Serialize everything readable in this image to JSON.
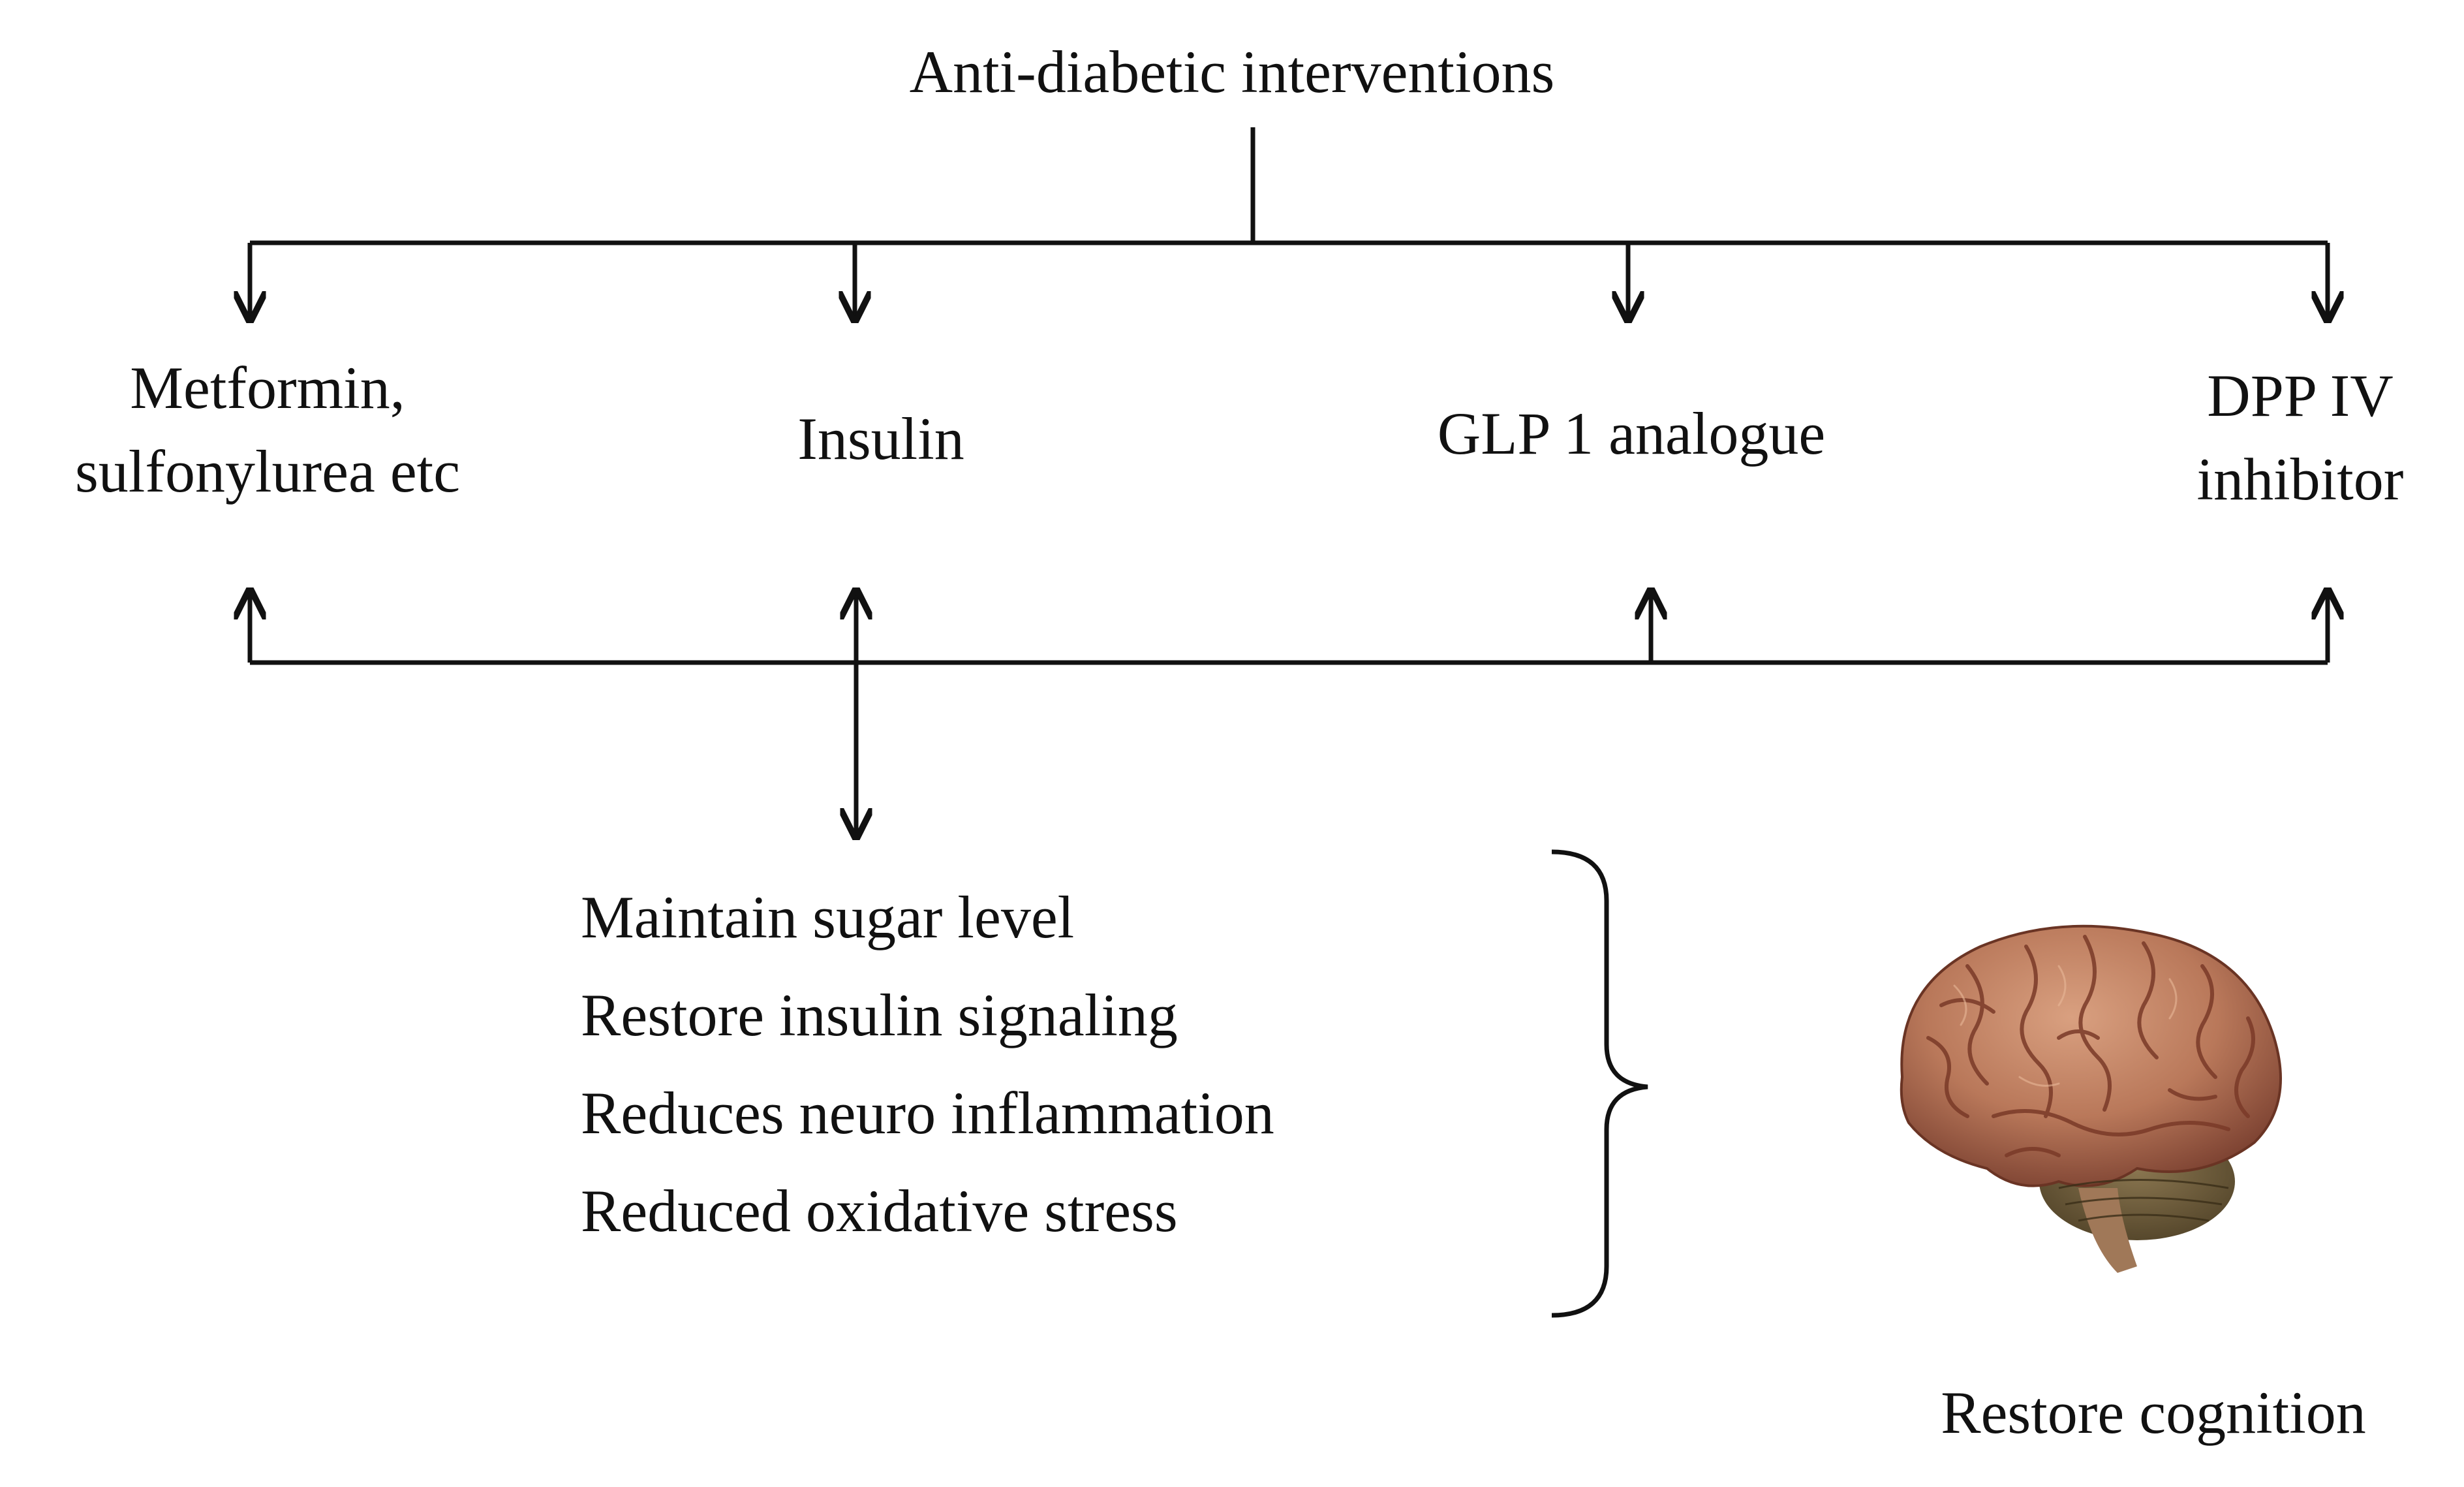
{
  "title": "Anti-diabetic interventions",
  "drugs": [
    {
      "line1": "Metformin,",
      "line2": "sulfonylurea etc"
    },
    {
      "line1": "Insulin",
      "line2": ""
    },
    {
      "line1": "GLP 1 analogue",
      "line2": ""
    },
    {
      "line1": "DPP IV",
      "line2": "inhibitor"
    }
  ],
  "effects": [
    "Maintain sugar level",
    "Restore insulin signaling",
    "Reduces neuro inflammation",
    "Reduced oxidative stress"
  ],
  "outcome": "Restore cognition",
  "colors": {
    "line": "#111111",
    "brain_base": "#b9785a",
    "brain_shadow": "#7a4030",
    "cerebellum": "#6b5a3a"
  },
  "icons": {
    "brain": "brain-icon"
  }
}
